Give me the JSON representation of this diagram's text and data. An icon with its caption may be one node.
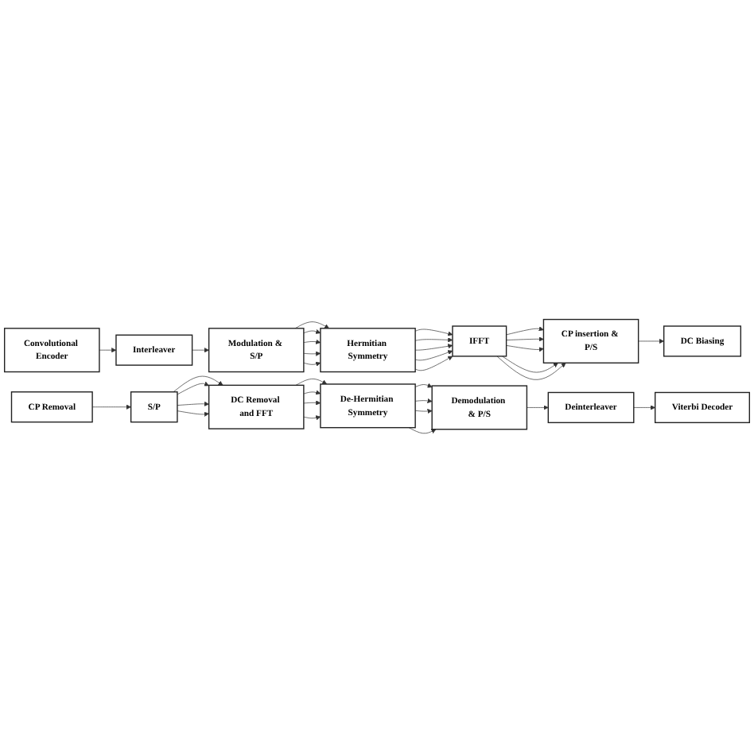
{
  "diagram": {
    "nodes": [
      {
        "text": [
          "Convolutional Encoder"
        ]
      },
      {
        "text": [
          "Interleaver"
        ]
      },
      {
        "text": [
          "Modulation & S/P"
        ]
      },
      {
        "text": [
          "Hermitian Symmetry"
        ]
      },
      {
        "text": [
          "IFFT"
        ]
      },
      {
        "text": [
          "CP insertion & P/S"
        ]
      },
      {
        "text": [
          "DC Biasing"
        ]
      },
      {
        "text": [
          "Viterbi Decoder"
        ]
      },
      {
        "text": [
          "Deinterleaver"
        ]
      },
      {
        "text": [
          "Demodulation & P/S"
        ]
      },
      {
        "text": [
          "De-Hermitian Symmetry"
        ]
      },
      {
        "text": [
          "DC Removal and FFT"
        ]
      },
      {
        "text": [
          "S/P"
        ]
      },
      {
        "text": [
          "CP Removal"
        ]
      }
    ],
    "edges": [
      {
        "from": 0,
        "to": 1,
        "arrow": "to"
      },
      {
        "from": 1,
        "to": 2,
        "arrow": "to"
      },
      {
        "from": 2,
        "to": 3,
        "arrow": "to"
      },
      {
        "from": 2,
        "to": 3,
        "arrow": "to"
      },
      {
        "from": 2,
        "to": 3,
        "arrow": "to"
      },
      {
        "from": 2,
        "to": 3,
        "arrow": "to"
      },
      {
        "from": 2,
        "to": 3,
        "arrow": "to"
      },
      {
        "from": 3,
        "to": 4,
        "arrow": "to"
      },
      {
        "from": 3,
        "to": 4,
        "arrow": "to"
      },
      {
        "from": 3,
        "to": 4,
        "arrow": "to"
      },
      {
        "from": 3,
        "to": 4,
        "arrow": "to"
      },
      {
        "from": 3,
        "to": 4,
        "arrow": "to"
      },
      {
        "from": 4,
        "to": 5,
        "arrow": "to"
      },
      {
        "from": 4,
        "to": 5,
        "arrow": "to"
      },
      {
        "from": 4,
        "to": 5,
        "arrow": "to"
      },
      {
        "from": 4,
        "to": 5,
        "arrow": "to"
      },
      {
        "from": 4,
        "to": 5,
        "arrow": "to"
      },
      {
        "from": 5,
        "to": 6,
        "arrow": "to"
      },
      {
        "from": 13,
        "to": 12,
        "arrow": "to"
      },
      {
        "from": 12,
        "to": 11,
        "arrow": "to"
      },
      {
        "from": 12,
        "to": 11,
        "arrow": "to"
      },
      {
        "from": 12,
        "to": 11,
        "arrow": "to"
      },
      {
        "from": 12,
        "to": 11,
        "arrow": "to"
      },
      {
        "from": 11,
        "to": 10,
        "arrow": "to"
      },
      {
        "from": 11,
        "to": 10,
        "arrow": "to"
      },
      {
        "from": 11,
        "to": 10,
        "arrow": "to"
      },
      {
        "from": 11,
        "to": 10,
        "arrow": "to"
      },
      {
        "from": 10,
        "to": 9,
        "arrow": "to"
      },
      {
        "from": 10,
        "to": 9,
        "arrow": "to"
      },
      {
        "from": 10,
        "to": 9,
        "arrow": "to"
      },
      {
        "from": 10,
        "to": 9,
        "arrow": "to"
      },
      {
        "from": 9,
        "to": 8,
        "arrow": "to"
      },
      {
        "from": 8,
        "to": 7,
        "arrow": "to"
      }
    ]
  }
}
